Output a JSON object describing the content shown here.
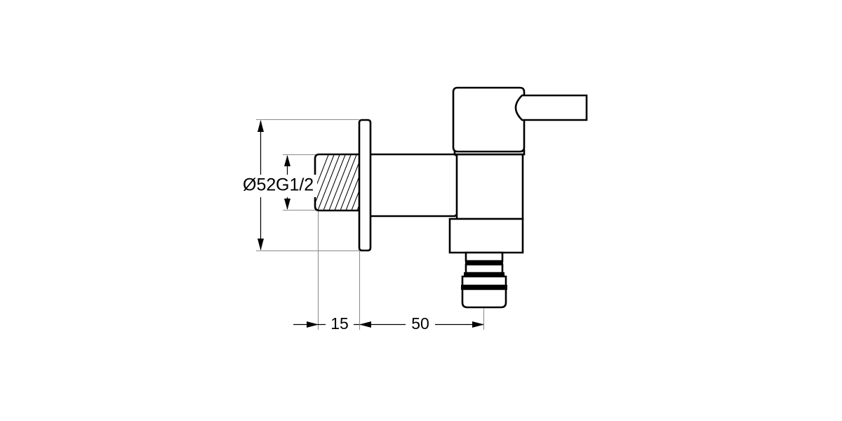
{
  "document": {
    "type": "technical-drawing",
    "subject": "wall-mounted bib tap / hose bibcock with quick-connect hose adapter",
    "view": "side elevation section",
    "background_color": "#ffffff",
    "line_color": "#000000",
    "extension_line_color": "#8a8a8a",
    "center_line_color": "#9a9a9a"
  },
  "dimensions": {
    "flange_diameter": {
      "label": "Ø52",
      "value": 52,
      "unit": "mm",
      "orientation": "vertical",
      "description": "overall wall flange plate diameter"
    },
    "thread_size": {
      "label": "G1/2",
      "value": "G1/2",
      "unit": "inch-BSP",
      "orientation": "vertical",
      "description": "male pipe thread size on inlet spigot"
    },
    "thread_length": {
      "label": "15",
      "value": 15,
      "unit": "mm",
      "orientation": "horizontal",
      "description": "threaded inlet projection length behind flange"
    },
    "body_projection": {
      "label": "50",
      "value": 50,
      "unit": "mm",
      "orientation": "horizontal",
      "description": "projection from wall face to valve centerline"
    }
  },
  "parts": [
    {
      "name": "threaded-inlet",
      "description": "G1/2 male threaded spigot with section hatching"
    },
    {
      "name": "wall-flange",
      "description": "Ø52 round escutcheon plate"
    },
    {
      "name": "spout-body",
      "description": "horizontal cylindrical body with rounded end"
    },
    {
      "name": "valve-column",
      "description": "vertical valve body block"
    },
    {
      "name": "handle-cap",
      "description": "upper cylindrical handle housing"
    },
    {
      "name": "handle-lever",
      "description": "horizontal lever arm extending right"
    },
    {
      "name": "lower-collar",
      "description": "wide collar below valve body"
    },
    {
      "name": "hose-connector",
      "description": "ribbed quick-connect hose barb outlet"
    }
  ]
}
